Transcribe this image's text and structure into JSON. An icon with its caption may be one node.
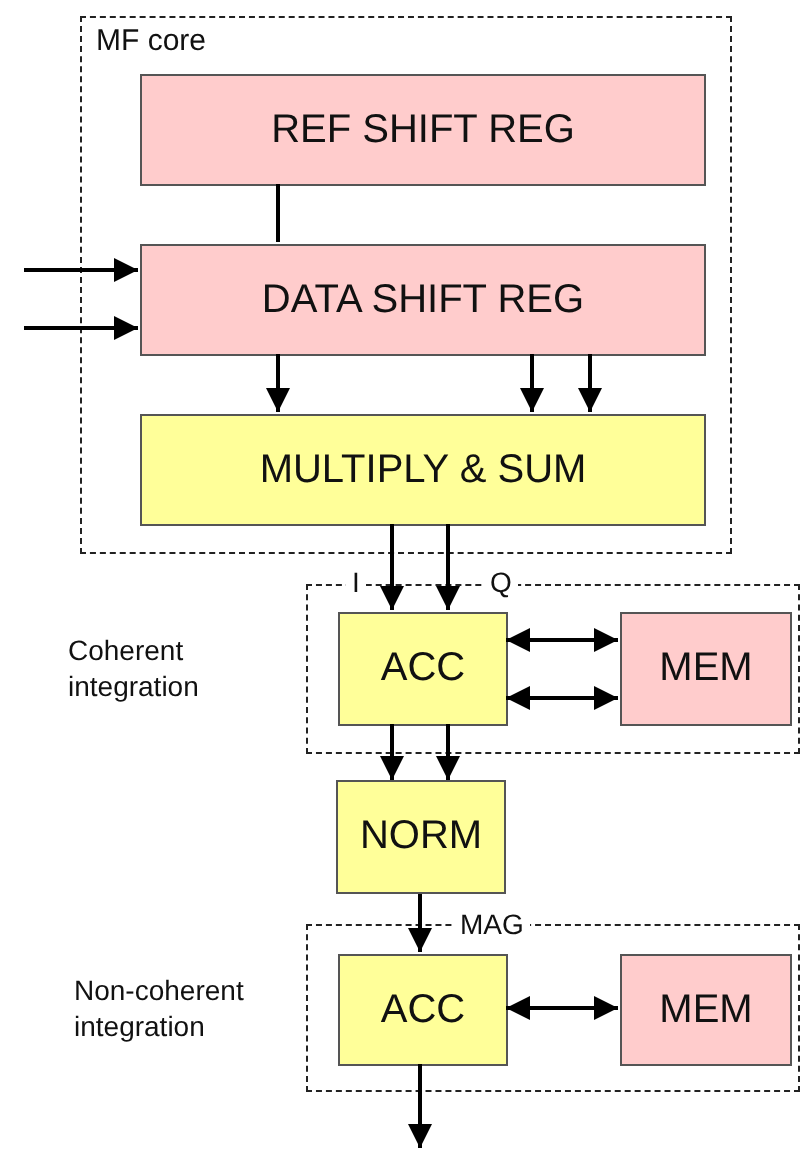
{
  "diagram": {
    "nodes": [
      {
        "text": [
          "MF core"
        ]
      },
      {
        "text": [
          "REF SHIFT REG"
        ],
        "in": 0
      },
      {
        "text": [
          "DATA SHIFT REG"
        ],
        "in": 0
      },
      {
        "text": [
          "MULTIPLY & SUM"
        ],
        "in": 0
      },
      {
        "text": [],
        "shape": "box",
        "beside": [
          "Coherent integration"
        ]
      },
      {
        "text": [
          "ACC"
        ],
        "in": 4
      },
      {
        "text": [
          "MEM"
        ],
        "in": 4
      },
      {
        "text": [
          "NORM"
        ]
      },
      {
        "text": [],
        "shape": "box",
        "beside": [
          "Non-coherent integration"
        ]
      },
      {
        "text": [
          "ACC"
        ],
        "in": 8
      },
      {
        "text": [
          "MEM"
        ],
        "in": 8
      }
    ],
    "edges": [
      {
        "from": 1,
        "to": 2,
        "arrow": "none"
      },
      {
        "from": null,
        "to": 2,
        "arrow": "to"
      },
      {
        "from": null,
        "to": 2,
        "arrow": "to"
      },
      {
        "from": 2,
        "to": 3,
        "arrow": "to"
      },
      {
        "from": 2,
        "to": 3,
        "arrow": "to"
      },
      {
        "from": 2,
        "to": 3,
        "arrow": "to"
      },
      {
        "from": 3,
        "to": 5,
        "arrow": "to",
        "label": "I"
      },
      {
        "from": 3,
        "to": 5,
        "arrow": "to",
        "label": "Q"
      },
      {
        "from": 5,
        "to": 6,
        "arrow": "both"
      },
      {
        "from": 5,
        "to": 6,
        "arrow": "both"
      },
      {
        "from": 5,
        "to": 7,
        "arrow": "to"
      },
      {
        "from": 5,
        "to": 7,
        "arrow": "to"
      },
      {
        "from": 7,
        "to": 9,
        "arrow": "to",
        "label": "MAG"
      },
      {
        "from": 9,
        "to": 10,
        "arrow": "both"
      },
      {
        "from": 9,
        "to": null,
        "arrow": "to"
      }
    ]
  }
}
